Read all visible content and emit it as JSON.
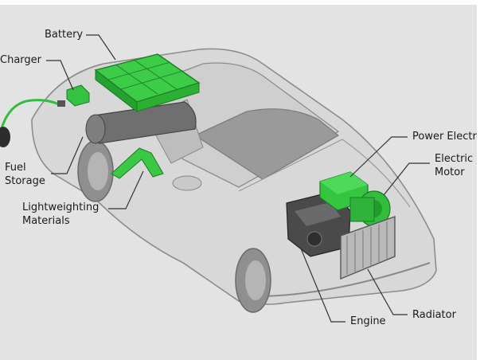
{
  "labels": {
    "battery": "Battery",
    "charger": "Charger",
    "fuel_storage_1": "Fuel",
    "fuel_storage_2": "Storage",
    "lightweighting_1": "Lightweighting",
    "lightweighting_2": "Materials",
    "power_electronics": "Power Electr",
    "electric_motor_1": "Electric",
    "electric_motor_2": "Motor",
    "engine": "Engine",
    "radiator": "Radiator"
  },
  "colors": {
    "background": "#e3e3e3",
    "car_body": "#d6d6d6",
    "car_outline": "#8a8a8a",
    "highlight_green": "#2fbf3a",
    "highlight_dark": "#1f8a28",
    "leader_line": "#3a3a3a"
  }
}
